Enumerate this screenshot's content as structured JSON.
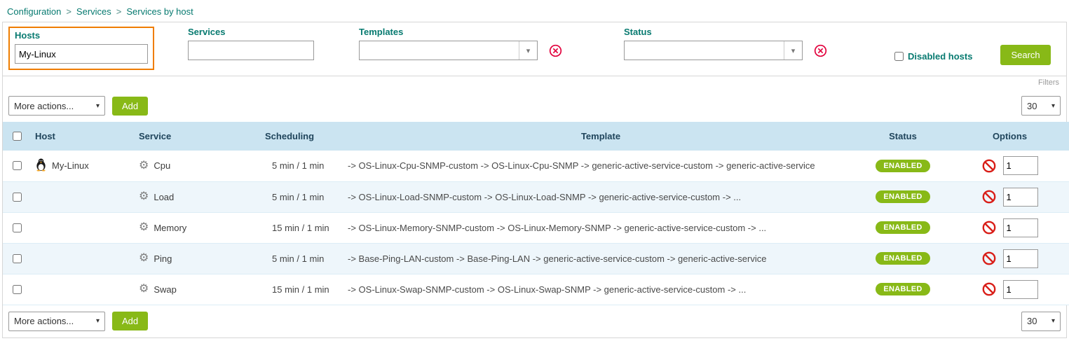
{
  "breadcrumb": {
    "separator": ">",
    "items": [
      "Configuration",
      "Services",
      "Services by host"
    ]
  },
  "filters": {
    "legend": "Filters",
    "hosts": {
      "label": "Hosts",
      "value": "My-Linux"
    },
    "services": {
      "label": "Services",
      "value": ""
    },
    "templates": {
      "label": "Templates",
      "value": ""
    },
    "status": {
      "label": "Status",
      "value": ""
    },
    "disabled_hosts_label": "Disabled hosts",
    "search_button": "Search"
  },
  "toolbar": {
    "more_actions": "More actions...",
    "add_button": "Add",
    "page_size": "30"
  },
  "bottom_toolbar": {
    "more_actions": "More actions...",
    "add_button": "Add",
    "page_size": "30"
  },
  "table": {
    "headers": {
      "host": "Host",
      "service": "Service",
      "scheduling": "Scheduling",
      "template": "Template",
      "status": "Status",
      "options": "Options"
    },
    "rows": [
      {
        "host": "My-Linux",
        "service": "Cpu",
        "scheduling": "5 min / 1 min",
        "template": "-> OS-Linux-Cpu-SNMP-custom -> OS-Linux-Cpu-SNMP -> generic-active-service-custom -> generic-active-service",
        "status": "ENABLED",
        "options_value": "1"
      },
      {
        "host": "",
        "service": "Load",
        "scheduling": "5 min / 1 min",
        "template": "-> OS-Linux-Load-SNMP-custom -> OS-Linux-Load-SNMP -> generic-active-service-custom -> ...",
        "status": "ENABLED",
        "options_value": "1"
      },
      {
        "host": "",
        "service": "Memory",
        "scheduling": "15 min / 1 min",
        "template": "-> OS-Linux-Memory-SNMP-custom -> OS-Linux-Memory-SNMP -> generic-active-service-custom -> ...",
        "status": "ENABLED",
        "options_value": "1"
      },
      {
        "host": "",
        "service": "Ping",
        "scheduling": "5 min / 1 min",
        "template": "-> Base-Ping-LAN-custom -> Base-Ping-LAN -> generic-active-service-custom -> generic-active-service",
        "status": "ENABLED",
        "options_value": "1"
      },
      {
        "host": "",
        "service": "Swap",
        "scheduling": "15 min / 1 min",
        "template": "-> OS-Linux-Swap-SNMP-custom -> OS-Linux-Swap-SNMP -> generic-active-service-custom -> ...",
        "status": "ENABLED",
        "options_value": "1"
      }
    ]
  },
  "icons": {
    "gear": "⚙",
    "chevron_down": "▾"
  },
  "colors": {
    "accent_green": "#88b917",
    "teal": "#077a70",
    "table_header_blue": "#cbe4f1",
    "alert_red": "#e2003c",
    "focus_orange": "#ef7d00"
  }
}
